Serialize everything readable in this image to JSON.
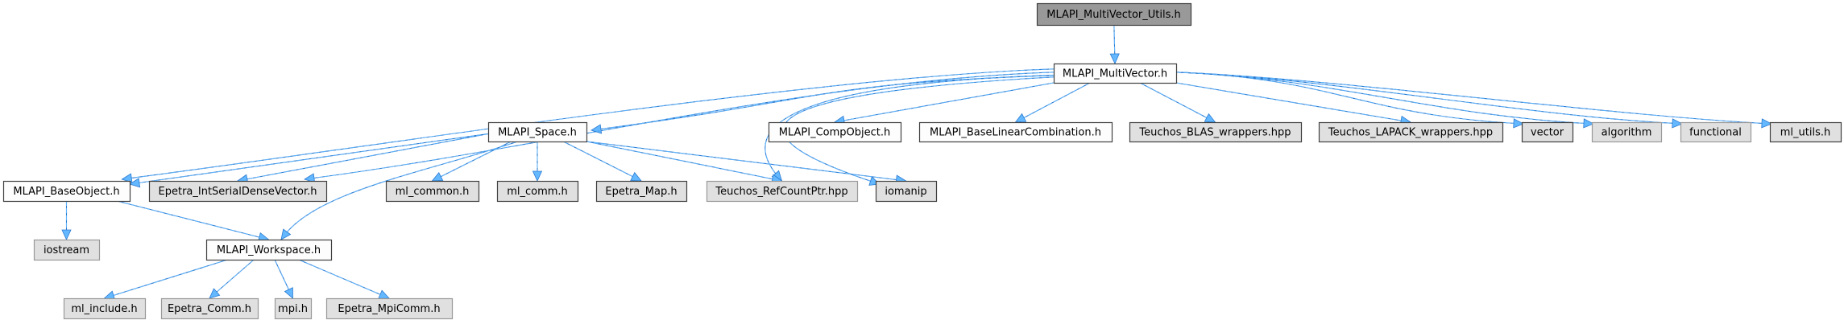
{
  "graph": {
    "title": "Include dependency graph for MLAPI_MultiVector_Utils.h",
    "nodes": [
      {
        "id": "utils",
        "label": "MLAPI_MultiVector_Utils.h",
        "kind": "root"
      },
      {
        "id": "multivector",
        "label": "MLAPI_MultiVector.h",
        "kind": "doc"
      },
      {
        "id": "space",
        "label": "MLAPI_Space.h",
        "kind": "doc"
      },
      {
        "id": "compobject",
        "label": "MLAPI_CompObject.h",
        "kind": "doc"
      },
      {
        "id": "baselinear",
        "label": "MLAPI_BaseLinearCombination.h",
        "kind": "doc"
      },
      {
        "id": "blas",
        "label": "Teuchos_BLAS_wrappers.hpp",
        "kind": "ext"
      },
      {
        "id": "lapack",
        "label": "Teuchos_LAPACK_wrappers.hpp",
        "kind": "ext"
      },
      {
        "id": "vector",
        "label": "vector",
        "kind": "ext"
      },
      {
        "id": "algorithm",
        "label": "algorithm",
        "kind": "ext"
      },
      {
        "id": "functional",
        "label": "functional",
        "kind": "ext"
      },
      {
        "id": "mlutils",
        "label": "ml_utils.h",
        "kind": "ext"
      },
      {
        "id": "baseobject",
        "label": "MLAPI_BaseObject.h",
        "kind": "doc"
      },
      {
        "id": "intserial",
        "label": "Epetra_IntSerialDenseVector.h",
        "kind": "ext"
      },
      {
        "id": "mlcommon",
        "label": "ml_common.h",
        "kind": "ext"
      },
      {
        "id": "mlcomm",
        "label": "ml_comm.h",
        "kind": "ext"
      },
      {
        "id": "epetramap",
        "label": "Epetra_Map.h",
        "kind": "ext"
      },
      {
        "id": "refcount",
        "label": "Teuchos_RefCountPtr.hpp",
        "kind": "ext"
      },
      {
        "id": "iomanip",
        "label": "iomanip",
        "kind": "ext"
      },
      {
        "id": "iostream",
        "label": "iostream",
        "kind": "ext"
      },
      {
        "id": "workspace",
        "label": "MLAPI_Workspace.h",
        "kind": "doc"
      },
      {
        "id": "mlinclude",
        "label": "ml_include.h",
        "kind": "ext"
      },
      {
        "id": "epetracomm",
        "label": "Epetra_Comm.h",
        "kind": "ext"
      },
      {
        "id": "mpi",
        "label": "mpi.h",
        "kind": "ext"
      },
      {
        "id": "mpicomm",
        "label": "Epetra_MpiComm.h",
        "kind": "ext"
      }
    ],
    "edges": [
      {
        "from": "utils",
        "to": "multivector"
      },
      {
        "from": "multivector",
        "to": "space"
      },
      {
        "from": "multivector",
        "to": "compobject"
      },
      {
        "from": "multivector",
        "to": "baselinear"
      },
      {
        "from": "multivector",
        "to": "blas"
      },
      {
        "from": "multivector",
        "to": "lapack"
      },
      {
        "from": "multivector",
        "to": "vector"
      },
      {
        "from": "multivector",
        "to": "algorithm"
      },
      {
        "from": "multivector",
        "to": "functional"
      },
      {
        "from": "multivector",
        "to": "mlutils"
      },
      {
        "from": "multivector",
        "to": "baseobject"
      },
      {
        "from": "multivector",
        "to": "intserial"
      },
      {
        "from": "multivector",
        "to": "refcount"
      },
      {
        "from": "multivector",
        "to": "iomanip"
      },
      {
        "from": "space",
        "to": "baseobject"
      },
      {
        "from": "space",
        "to": "intserial"
      },
      {
        "from": "space",
        "to": "mlcommon"
      },
      {
        "from": "space",
        "to": "mlcomm"
      },
      {
        "from": "space",
        "to": "epetramap"
      },
      {
        "from": "space",
        "to": "refcount"
      },
      {
        "from": "space",
        "to": "iomanip"
      },
      {
        "from": "space",
        "to": "workspace"
      },
      {
        "from": "baseobject",
        "to": "iostream"
      },
      {
        "from": "baseobject",
        "to": "workspace"
      },
      {
        "from": "workspace",
        "to": "mlinclude"
      },
      {
        "from": "workspace",
        "to": "epetracomm"
      },
      {
        "from": "workspace",
        "to": "mpi"
      },
      {
        "from": "workspace",
        "to": "mpicomm"
      }
    ]
  }
}
